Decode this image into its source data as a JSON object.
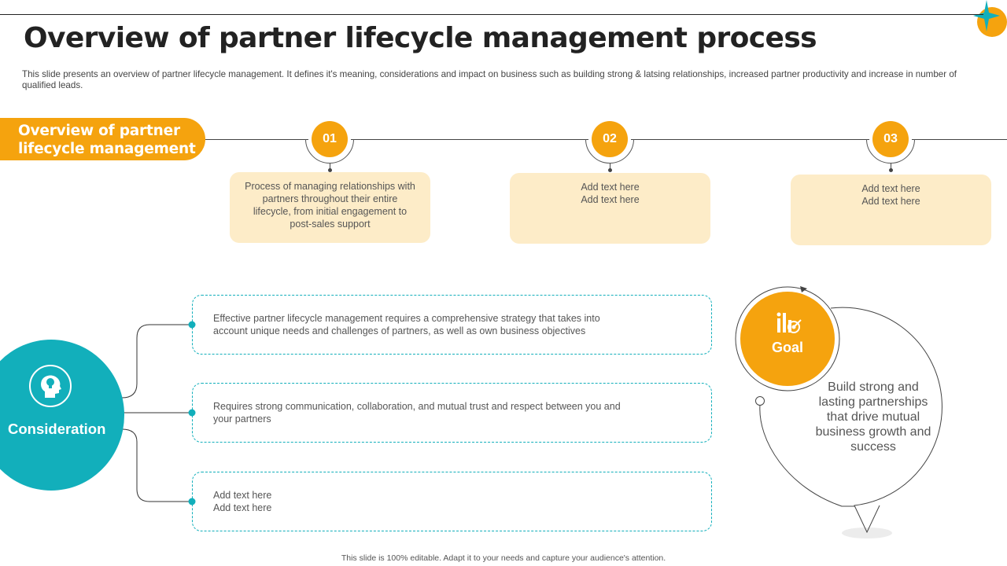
{
  "slide": {
    "title": "Overview of partner lifecycle management process",
    "subtitle": "This slide presents an overview of partner lifecycle management. It defines it's meaning, considerations and impact on business such as building strong & latsing relationships, increased partner productivity and increase in number of qualified leads.",
    "footer": "This slide is 100% editable. Adapt it to your needs and capture your audience's attention."
  },
  "overview": {
    "label_line1": "Overview of partner",
    "label_line2": "lifecycle management",
    "steps": [
      {
        "number": "01",
        "line1": "Process of managing relationships with",
        "line2": "partners throughout their entire",
        "line3": "lifecycle, from initial engagement to",
        "line4": "post-sales support"
      },
      {
        "number": "02",
        "line1": "Add text here",
        "line2": "Add text here"
      },
      {
        "number": "03",
        "line1": "Add text here",
        "line2": "Add text here"
      }
    ]
  },
  "consideration": {
    "label": "Consideration",
    "icon": "head-lightbulb-icon",
    "items": [
      {
        "line1": "Effective partner lifecycle management requires a comprehensive strategy that takes into",
        "line2": "account unique needs and challenges of partners, as well as own business objectives"
      },
      {
        "line1": "Requires strong communication, collaboration, and mutual trust and respect between you and",
        "line2": "your partners"
      },
      {
        "line1": "Add text here",
        "line2": "Add text here"
      }
    ]
  },
  "goal": {
    "label": "Goal",
    "icon": "target-chart-icon",
    "text_line1": "Build strong and",
    "text_line2": "lasting partnerships",
    "text_line3": "that drive mutual",
    "text_line4": "business growth and",
    "text_line5": "success"
  },
  "colors": {
    "accent_orange": "#f5a30e",
    "accent_teal": "#12afbb",
    "card_fill": "#fdecc8",
    "logo_star": "#12afbb"
  }
}
